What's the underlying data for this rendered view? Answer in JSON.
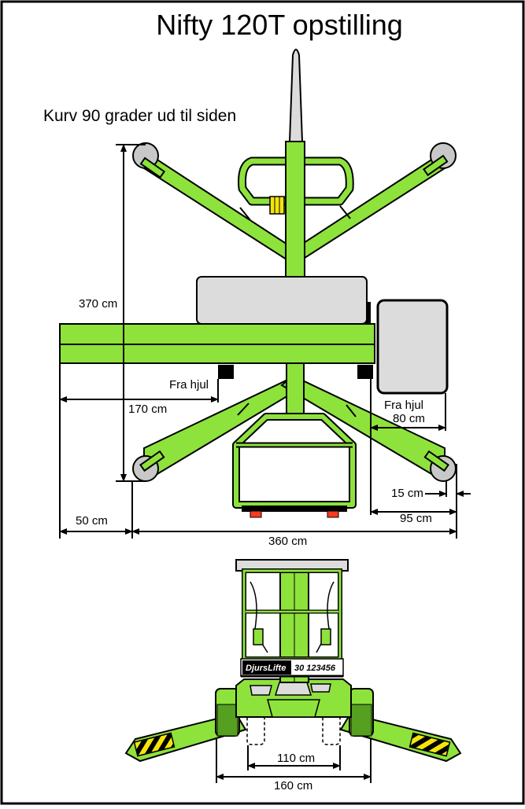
{
  "title": "Nifty 120T opstilling",
  "subtitle": "Kurv 90 grader ud til siden",
  "dimensions": {
    "height_370": "370 cm",
    "fra_hjul_left": "Fra hjul",
    "d170": "170 cm",
    "fra_hjul_right": "Fra hjul",
    "d80": "80 cm",
    "d15": "15 cm",
    "d95": "95 cm",
    "d50": "50 cm",
    "d360": "360 cm",
    "d110": "110 cm",
    "d160": "160 cm"
  },
  "logo": {
    "brand": "DjursLifte",
    "phone": "30 123456"
  },
  "colors": {
    "machine_green": "#8ee23c",
    "basket_gray": "#dcdcdc",
    "outline": "#000000",
    "light_red": "#ff3b1f"
  }
}
